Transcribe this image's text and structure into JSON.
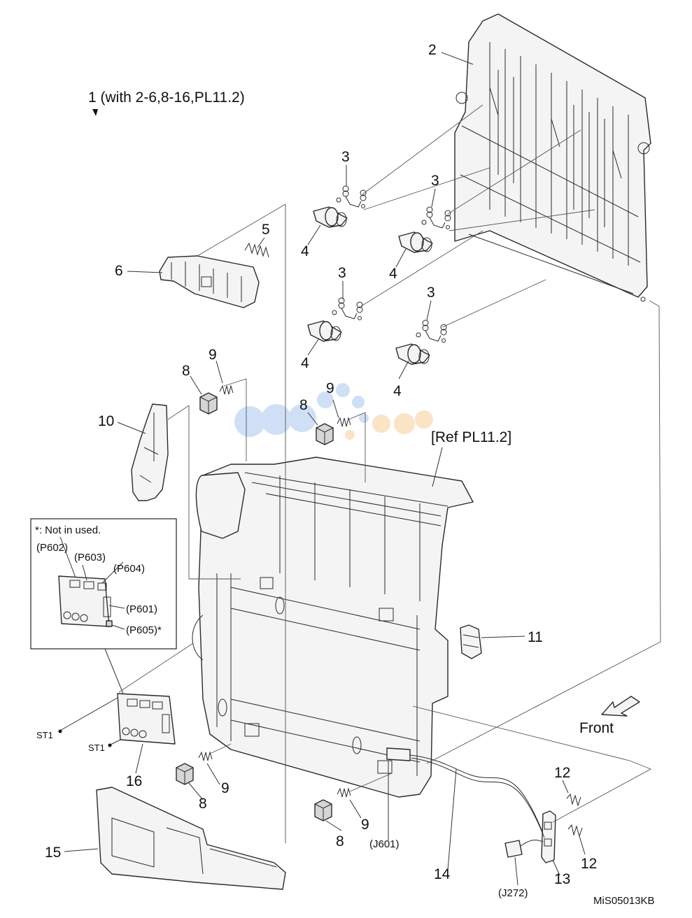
{
  "diagram": {
    "assembly_label": "1 (with 2-6,8-16,PL11.2)",
    "reference_label": "[Ref PL11.2]",
    "front_label": "Front",
    "figure_code": "MiS05013KB",
    "inset": {
      "note": "*: Not in used.",
      "connectors": [
        "(P602)",
        "(P603)",
        "(P604)",
        "(P601)",
        "(P605)*"
      ]
    },
    "connectors": {
      "j601": "(J601)",
      "j272": "(J272)"
    },
    "screws": [
      "ST1",
      "ST1"
    ],
    "callouts": {
      "c2": "2",
      "c3a": "3",
      "c3b": "3",
      "c3c": "3",
      "c3d": "3",
      "c4a": "4",
      "c4b": "4",
      "c4c": "4",
      "c4d": "4",
      "c5": "5",
      "c6": "6",
      "c8a": "8",
      "c8b": "8",
      "c8c": "8",
      "c8d": "8",
      "c9a": "9",
      "c9b": "9",
      "c9c": "9",
      "c9d": "9",
      "c10": "10",
      "c11": "11",
      "c12a": "12",
      "c12b": "12",
      "c13": "13",
      "c14": "14",
      "c15": "15",
      "c16": "16"
    }
  }
}
